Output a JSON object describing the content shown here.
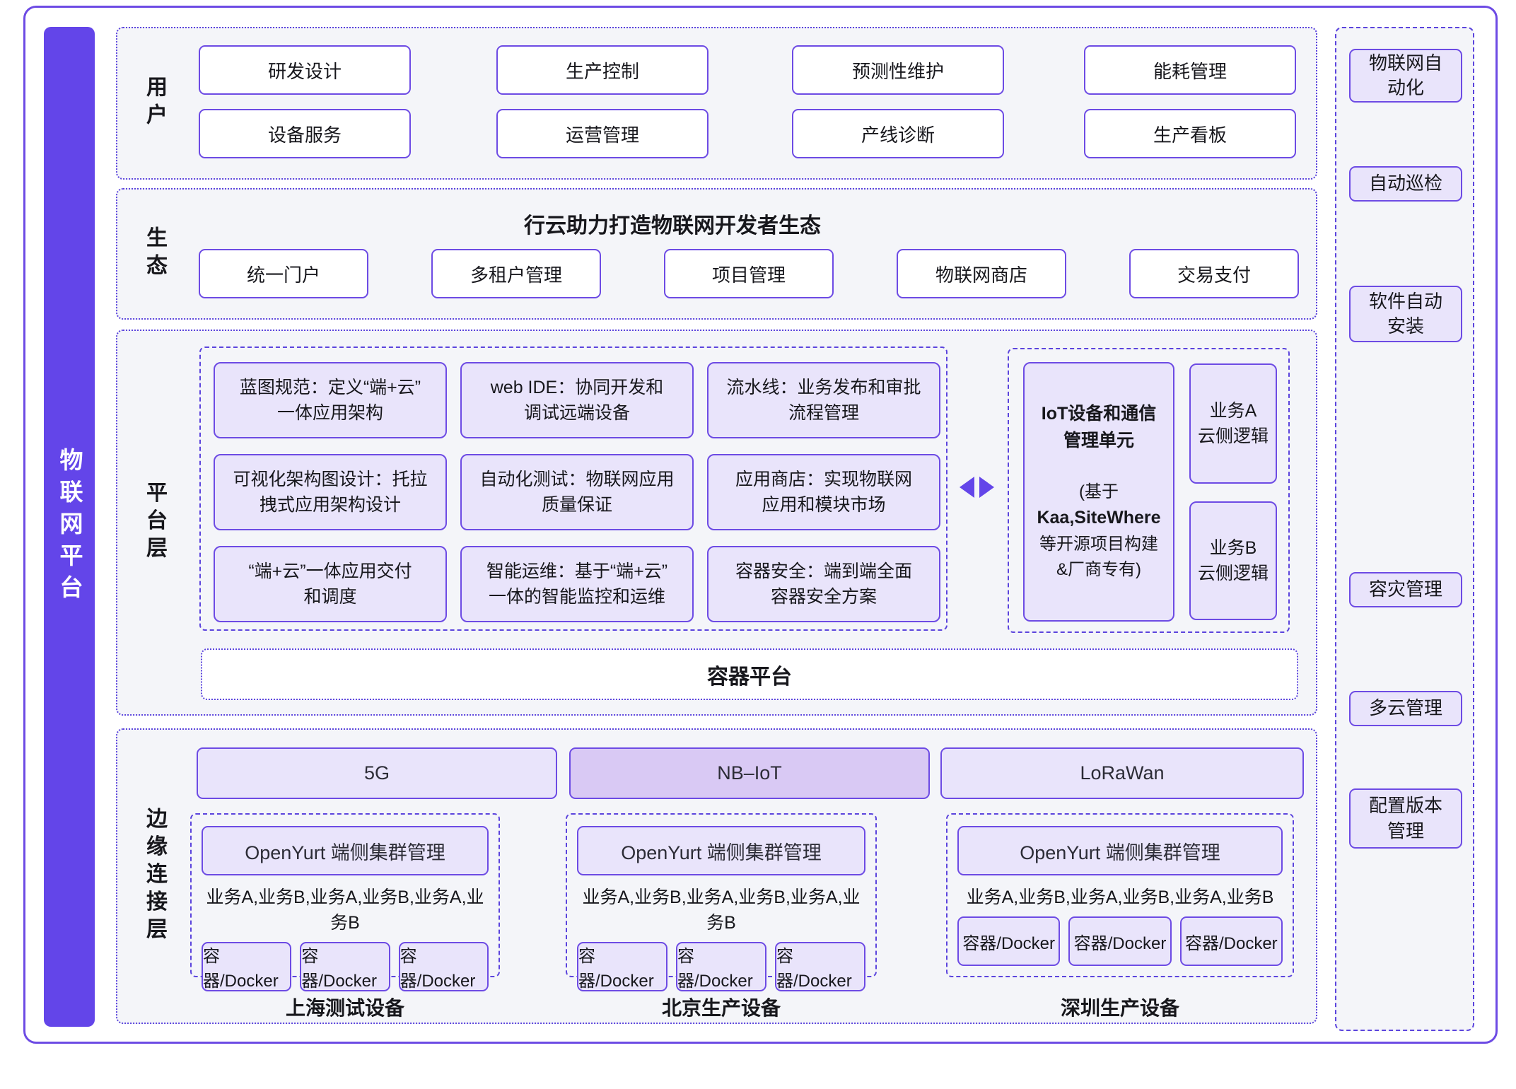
{
  "colors": {
    "accent": "#6345e9",
    "node_border": "#6d4be4",
    "frame_border": "#5b44dd",
    "node_fill": "#e9e4fb",
    "node_fill_dark": "#d9c9f4",
    "section_bg": "#f4f5f9"
  },
  "left_bar": {
    "label": "物联网平台"
  },
  "user": {
    "label": "用户",
    "buttons": [
      "研发设计",
      "生产控制",
      "预测性维护",
      "能耗管理",
      "设备服务",
      "运营管理",
      "产线诊断",
      "生产看板"
    ]
  },
  "eco": {
    "label": "生态",
    "title": "行云助力打造物联网开发者生态",
    "buttons": [
      "统一门户",
      "多租户管理",
      "项目管理",
      "物联网商店",
      "交易支付"
    ]
  },
  "platform": {
    "label": "平台层",
    "grid": [
      "蓝图规范：定义“端+云”\n一体应用架构",
      "web IDE：协同开发和\n调试远端设备",
      "流水线：业务发布和审批\n流程管理",
      "可视化架构图设计：托拉\n拽式应用架构设计",
      "自动化测试：物联网应用\n质量保证",
      "应用商店：实现物联网\n应用和模块市场",
      "“端+云”一体应用交付\n和调度",
      "智能运维：基于“端+云”\n一体的智能监控和运维",
      "容器安全：端到端全面\n容器安全方案"
    ],
    "iot_unit": {
      "title": "IoT设备和通信\n管理单元",
      "base_open": "(基于",
      "kaa": "Kaa,SiteWhere",
      "rest": "等开源项目构建\n&厂商专有)"
    },
    "biz_a": "业务A\n云侧逻辑",
    "biz_b": "业务B\n云侧逻辑",
    "container_platform": "容器平台"
  },
  "edge": {
    "label": "边缘连接层",
    "networks": [
      "5G",
      "NB–IoT",
      "LoRaWan"
    ],
    "cluster": "OpenYurt 端侧集群管理",
    "services": "业务A,业务B,业务A,业务B,业务A,业务B",
    "docker": "容器/Docker",
    "captions": [
      "上海测试设备",
      "北京生产设备",
      "深圳生产设备"
    ]
  },
  "sidebar": {
    "items": [
      "物联网自\n动化",
      "自动巡检",
      "软件自动\n安装",
      "容灾管理",
      "多云管理",
      "配置版本\n管理"
    ]
  }
}
